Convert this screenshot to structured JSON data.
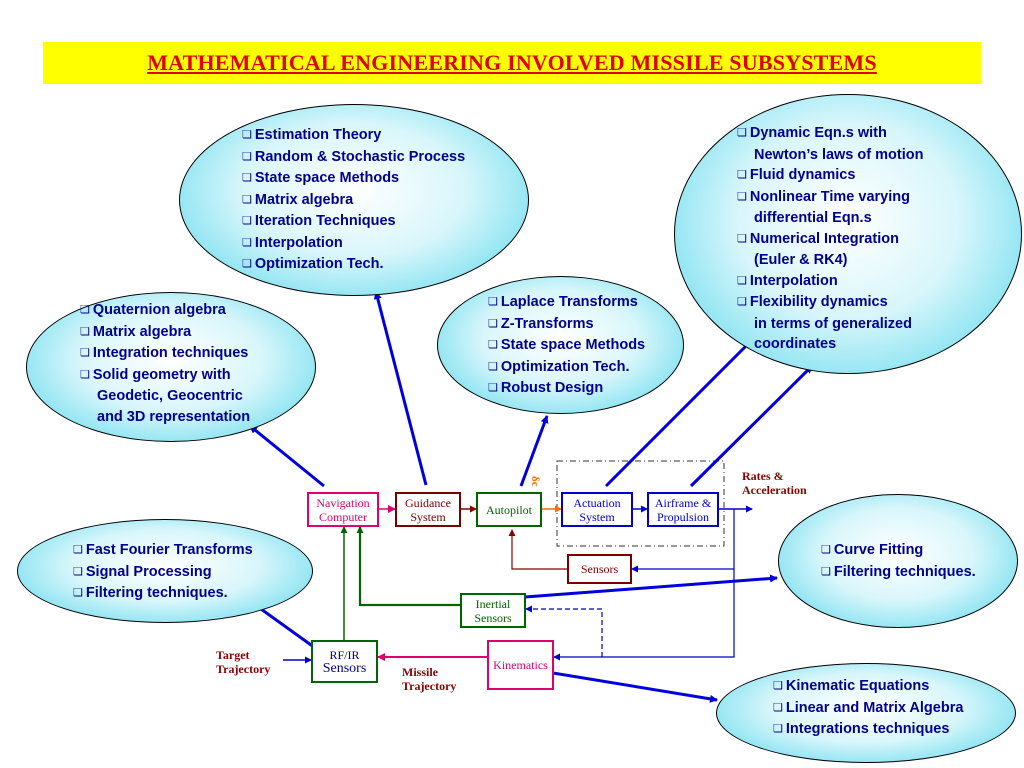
{
  "title": "MATHEMATICAL ENGINEERING INVOLVED  MISSILE SUBSYSTEMS",
  "ellipses": {
    "estimation": [
      "Estimation Theory",
      "Random & Stochastic Process",
      "State space Methods",
      "Matrix algebra",
      "Iteration Techniques",
      "Interpolation",
      "Optimization Tech."
    ],
    "dynamics": [
      "Dynamic Eqn.s with",
      "Newton’s laws of motion",
      "Fluid dynamics",
      "Nonlinear Time varying",
      "differential Eqn.s",
      "Numerical Integration",
      "(Euler & RK4)",
      "Interpolation",
      "Flexibility dynamics",
      "in terms of generalized",
      "coordinates"
    ],
    "navigation_math": [
      "Quaternion algebra",
      "Matrix algebra",
      "Integration techniques",
      "Solid geometry with",
      "Geodetic, Geocentric",
      "and 3D representation"
    ],
    "control": [
      "Laplace Transforms",
      "Z-Transforms",
      "State space Methods",
      "Optimization Tech.",
      "Robust Design"
    ],
    "signal": [
      "Fast Fourier Transforms",
      "Signal Processing",
      "Filtering techniques."
    ],
    "sensor_fit": [
      "Curve Fitting",
      "Filtering techniques."
    ],
    "kinematics_math": [
      "Kinematic Equations",
      "Linear and Matrix Algebra",
      "Integrations techniques"
    ]
  },
  "blocks": {
    "navigation_computer": "Navigation\nComputer",
    "guidance_system": "Guidance\nSystem",
    "autopilot": "Autopilot",
    "actuation_system": "Actuation\nSystem",
    "airframe_propulsion": "Airframe &\nPropulsion",
    "sensors": "Sensors",
    "inertial_sensors": "Inertial\nSensors",
    "rf_ir": "RF/IR",
    "rf_ir_sensors": "Sensors",
    "kinematics": "Kinematics"
  },
  "labels": {
    "rates_acceleration": "Rates &\nAcceleration",
    "target_trajectory": "Target\nTrajectory",
    "missile_trajectory": "Missile\nTrajectory",
    "delta_c": "δc"
  },
  "colors": {
    "title_bg": "#ffff00",
    "title_text": "#e00000",
    "ellipse_text": "#00008b",
    "blue_arrow": "#0000dd",
    "label_text": "#8b0000",
    "pink_border": "#e0006a",
    "maroon_border": "#7a0000",
    "green_border": "#006400",
    "blue_border": "#0000cc"
  }
}
